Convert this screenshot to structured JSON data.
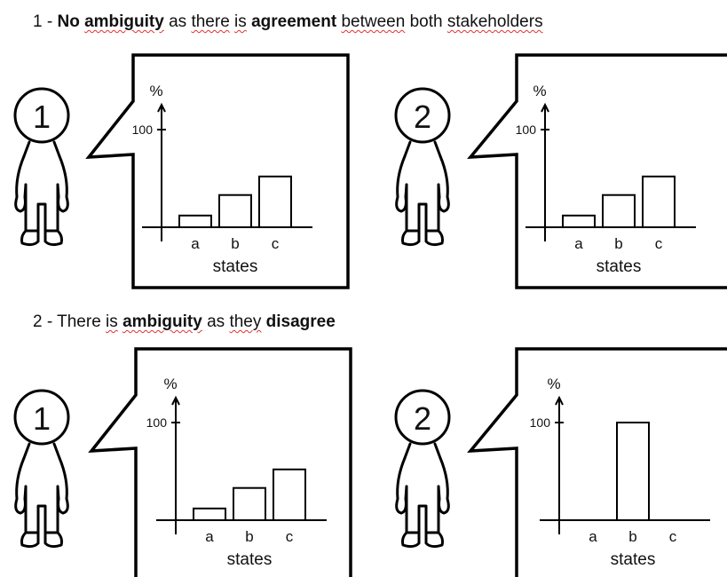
{
  "section1": {
    "number": "1 -",
    "parts": [
      {
        "text": "No",
        "bold": true,
        "underline": false
      },
      {
        "text": "ambiguity",
        "bold": true,
        "underline": true
      },
      {
        "text": "as",
        "bold": false,
        "underline": false
      },
      {
        "text": "there",
        "bold": false,
        "underline": true
      },
      {
        "text": "is",
        "bold": false,
        "underline": true
      },
      {
        "text": "agreement",
        "bold": true,
        "underline": false
      },
      {
        "text": "between",
        "bold": false,
        "underline": true
      },
      {
        "text": "both",
        "bold": false,
        "underline": false
      },
      {
        "text": "stakeholders",
        "bold": false,
        "underline": true
      }
    ]
  },
  "section2": {
    "number": "2 -",
    "parts": [
      {
        "text": "There",
        "bold": false,
        "underline": false
      },
      {
        "text": "is",
        "bold": false,
        "underline": true
      },
      {
        "text": "ambiguity",
        "bold": true,
        "underline": true
      },
      {
        "text": "as",
        "bold": false,
        "underline": false
      },
      {
        "text": "they",
        "bold": false,
        "underline": true
      },
      {
        "text": "disagree",
        "bold": true,
        "underline": false
      }
    ]
  },
  "chart_data": [
    {
      "type": "bar",
      "stakeholder": "1",
      "categories": [
        "a",
        "b",
        "c"
      ],
      "values": [
        12,
        33,
        52
      ],
      "ylabel": "%",
      "yticks": [
        100
      ],
      "xlabel": "states",
      "ylim": [
        0,
        100
      ]
    },
    {
      "type": "bar",
      "stakeholder": "2",
      "categories": [
        "a",
        "b",
        "c"
      ],
      "values": [
        12,
        33,
        52
      ],
      "ylabel": "%",
      "yticks": [
        100
      ],
      "xlabel": "states",
      "ylim": [
        0,
        100
      ]
    },
    {
      "type": "bar",
      "stakeholder": "1",
      "categories": [
        "a",
        "b",
        "c"
      ],
      "values": [
        12,
        33,
        52
      ],
      "ylabel": "%",
      "yticks": [
        100
      ],
      "xlabel": "states",
      "ylim": [
        0,
        100
      ]
    },
    {
      "type": "bar",
      "stakeholder": "2",
      "categories": [
        "a",
        "b",
        "c"
      ],
      "values": [
        0,
        100,
        0
      ],
      "ylabel": "%",
      "yticks": [
        100
      ],
      "xlabel": "states",
      "ylim": [
        0,
        100
      ]
    }
  ],
  "colors": {
    "ink": "#000000",
    "background": "#ffffff",
    "spellcheck_underline": "#e03030"
  }
}
